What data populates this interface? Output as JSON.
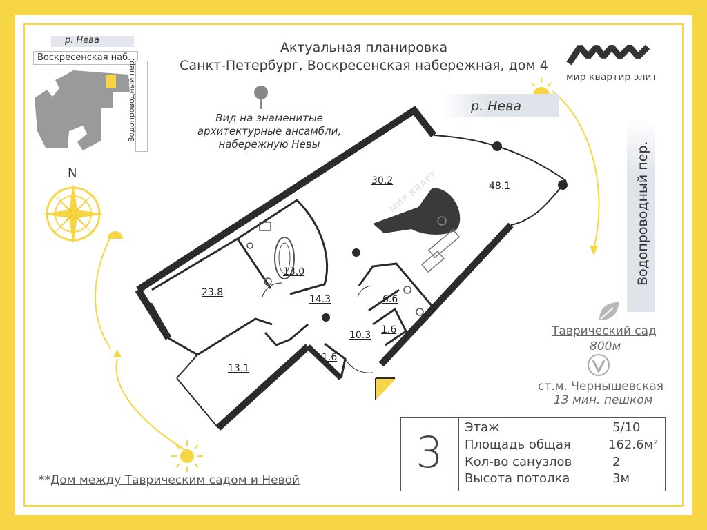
{
  "header": {
    "line1": "Актуальная планировка",
    "line2": "Санкт-Петербург, Воскресенская набережная, дом 4"
  },
  "logo": {
    "tagline": "мир квартир элит"
  },
  "minimap": {
    "river": "р. Нева",
    "embankment": "Воскресенская наб.",
    "lane": "Водопроводный пер."
  },
  "view_note": {
    "line1": "Вид на знаменитые",
    "line2": "архитектурные ансамбли,",
    "line3": "набережную Невы"
  },
  "compass": {
    "north": "N"
  },
  "map_labels": {
    "river": "р. Нева",
    "lane": "Водопроводный пер."
  },
  "rooms": [
    "30.2",
    "48.1",
    "13.0",
    "23.8",
    "14.3",
    "6.6",
    "1.6",
    "10.3",
    "1.6",
    "13.1"
  ],
  "watermark": "МИР КВАРТ",
  "poi": {
    "garden_name": "Таврический сад",
    "garden_distance": "800м",
    "metro_name": "ст.м. Чернышевская",
    "metro_distance": "13 мин. пешком"
  },
  "summary": {
    "rooms_count": "3",
    "rows": [
      {
        "label": "Этаж",
        "value": "5/10"
      },
      {
        "label": "Площадь общая",
        "value": "162.6м²"
      },
      {
        "label": "Кол-во санузлов",
        "value": "2"
      },
      {
        "label": "Высота потолка",
        "value": "3м"
      }
    ]
  },
  "footer": {
    "marker": "**",
    "text": "Дом между Таврическим садом и Невой"
  },
  "colors": {
    "accent_yellow": "#f6d645",
    "wall": "#2b2b2b",
    "text_gray": "#666666"
  }
}
